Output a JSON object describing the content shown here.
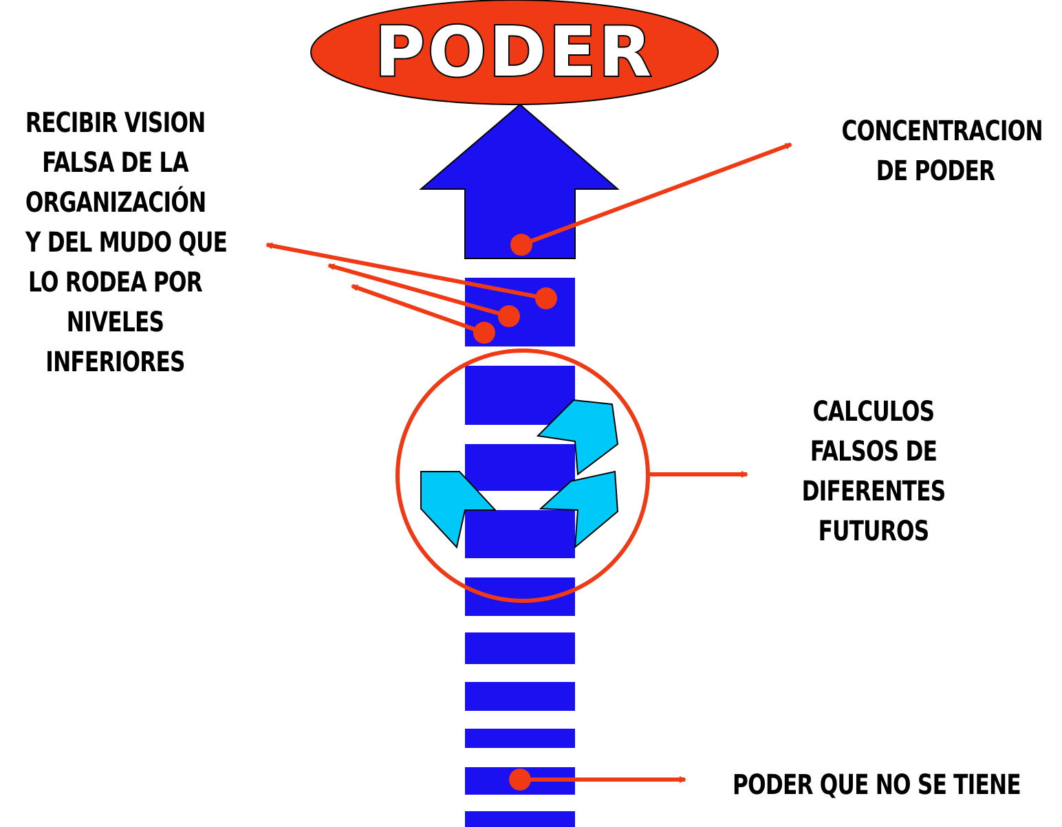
{
  "title": "PODER",
  "labels": {
    "left": [
      "RECIBIR VISION",
      "FALSA DE LA",
      "ORGANIZACIÓN",
      "Y DEL MUDO QUE",
      "LO RODEA  POR",
      "NIVELES",
      "INFERIORES"
    ],
    "concentration": [
      "CONCENTRACION",
      "DE PODER"
    ],
    "calculations": [
      "CALCULOS",
      "FALSOS DE",
      "DIFERENTES",
      "FUTUROS"
    ],
    "bottom": [
      "PODER QUE  NO SE TIENE"
    ]
  },
  "colors": {
    "arrow_blue": "#1a10f0",
    "red": "#f03a16",
    "cyan": "#00c8f8",
    "text": "#000000"
  },
  "icons": {
    "circular_arrows": "recycle-arrows-icon"
  }
}
